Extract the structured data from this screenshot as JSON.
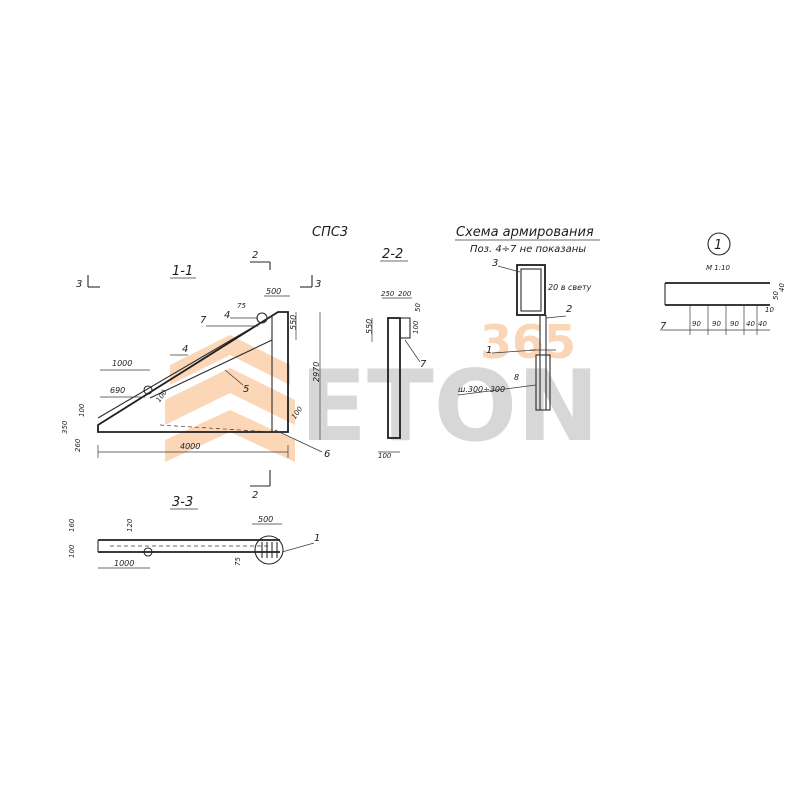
{
  "titles": {
    "series_mark": "СПС3",
    "section_1_1": "1-1",
    "section_2_2": "2-2",
    "section_3_3": "3-3",
    "scheme_title": "Схема армирования",
    "scheme_subtitle": "Поз. 4÷7 не показаны",
    "node_number": "1",
    "node_scale": "М 1:10"
  },
  "cut_marks": {
    "mark_2_top": "2",
    "mark_2_bottom": "2",
    "mark_3_left": "3",
    "mark_3_right": "3"
  },
  "section_1_1": {
    "dims": {
      "d500": "500",
      "d75": "75",
      "d550": "550",
      "d2970": "2970",
      "d1000": "1000",
      "d690": "690",
      "d100": "100",
      "d350": "350",
      "d260": "260",
      "d4000": "4000",
      "d100b": "100",
      "d100c": "100"
    },
    "callouts": {
      "p4a": "4",
      "p7": "7",
      "p4b": "4",
      "p5": "5",
      "p6": "6"
    }
  },
  "section_2_2": {
    "dims": {
      "d250": "250",
      "d200": "200",
      "d50": "50",
      "d550": "550",
      "d100": "100",
      "d100b": "100"
    },
    "callouts": {
      "p7": "7"
    }
  },
  "section_3_3": {
    "dims": {
      "d160": "160",
      "d100": "100",
      "d120": "120",
      "d500": "500",
      "d1000": "1000",
      "d75": "75"
    },
    "callouts": {
      "p1": "1"
    }
  },
  "scheme": {
    "labels": {
      "p3": "3",
      "p2": "2",
      "p1": "1",
      "p8": "8",
      "note_20": "20 в свету",
      "note_w": "ш.300÷300"
    }
  },
  "node": {
    "dims": {
      "d90a": "90",
      "d90b": "90",
      "d90c": "90",
      "d40": "40",
      "d40b": "40",
      "d10": "10",
      "d50": "50",
      "d40c": "40"
    },
    "callouts": {
      "p7": "7"
    }
  },
  "watermark": {
    "digits": "365",
    "word": "ETON"
  }
}
